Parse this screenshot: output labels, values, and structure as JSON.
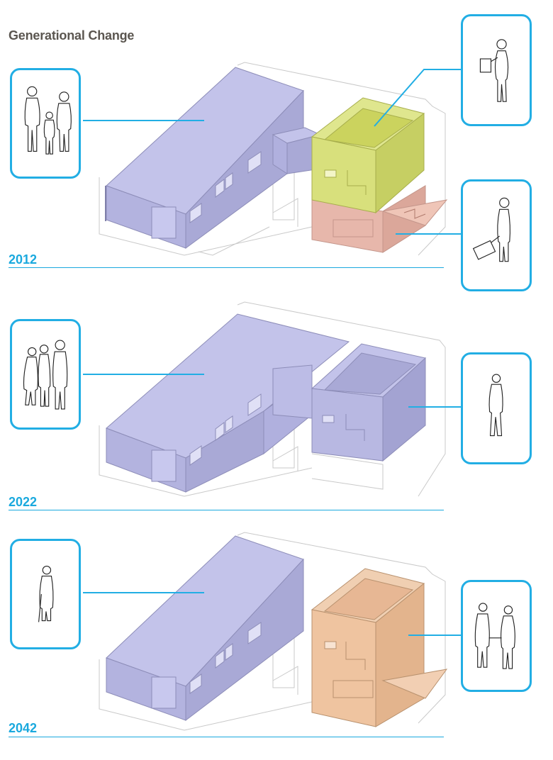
{
  "title": "Generational Change",
  "colors": {
    "accent": "#1aa9de",
    "volume_lavender": "#b9b9e4",
    "volume_green": "#d8e07c",
    "volume_pink": "#e8b9ae",
    "volume_peach": "#efc4a0"
  },
  "stages": [
    {
      "year": "2012",
      "left_card_icon": "family-of-three-icon",
      "right_cards": [
        "person-with-shopping-bag-icon",
        "traveler-with-suitcase-icon"
      ]
    },
    {
      "year": "2022",
      "left_card_icon": "family-of-four-icon",
      "right_cards": [
        "single-man-icon"
      ]
    },
    {
      "year": "2042",
      "left_card_icon": "elderly-person-with-cane-icon",
      "right_cards": [
        "couple-icon"
      ]
    }
  ]
}
